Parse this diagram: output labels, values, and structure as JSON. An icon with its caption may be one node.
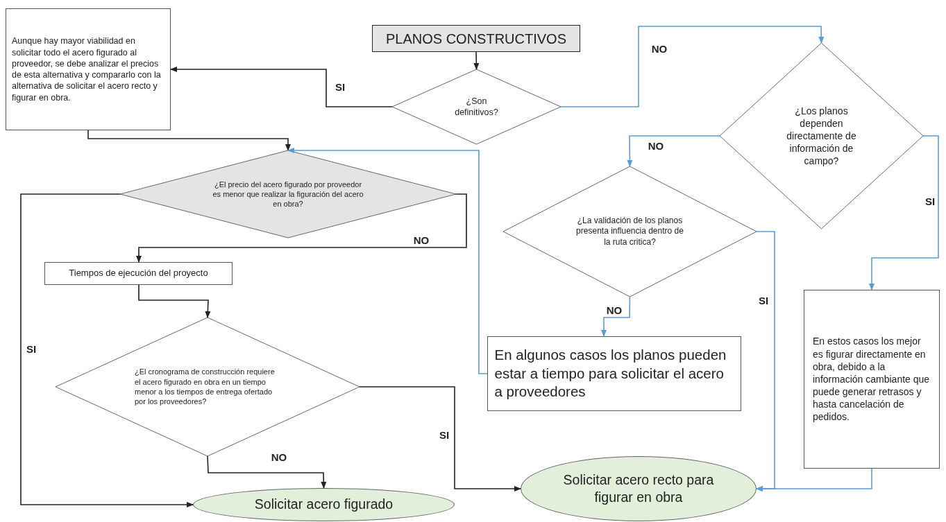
{
  "diagram": {
    "nodes": [
      {
        "text": [
          "PLANOS CONSTRUCTIVOS"
        ]
      },
      {
        "text": [
          "¿Son definitivos?"
        ]
      },
      {
        "text": [
          "Aunque hay mayor viabilidad en solicitar todo el acero figurado al proveedor, se debe analizar el precios de esta alternativa y compararlo con la alternativa de solicitar el acero recto y figurar en obra."
        ]
      },
      {
        "text": [
          "¿Los planos dependen directamente de información de campo?"
        ]
      },
      {
        "text": [
          "¿El precio del acero figurado por proveedor es menor que realizar la figuración del acero en obra?"
        ]
      },
      {
        "text": [
          "¿La validación de los planos presenta influencia dentro de la ruta critica?"
        ]
      },
      {
        "text": [
          "Tiempos de ejecución del proyecto"
        ]
      },
      {
        "text": [
          "En estos casos los mejor es figurar directamente en obra, debido a la información cambiante que puede generar retrasos y hasta cancelación de pedidos."
        ]
      },
      {
        "text": [
          "¿El cronograma de construcción requiere el acero figurado en obra en un tiempo menor a los tiempos de entrega ofertado por los proveedores?"
        ]
      },
      {
        "text": [
          "En algunos casos los planos pueden estar a tiempo para solicitar el acero a proveedores"
        ]
      },
      {
        "text": [
          "Solicitar acero recto para figurar en obra"
        ]
      },
      {
        "text": [
          "Solicitar acero figurado"
        ]
      }
    ],
    "edges": [
      {
        "from": 0,
        "to": 1,
        "arrow": "to"
      },
      {
        "from": 1,
        "to": 2,
        "arrow": "to",
        "label": "SI"
      },
      {
        "from": 1,
        "to": 3,
        "arrow": "to",
        "label": "NO",
        "color": "#5b9bd5"
      },
      {
        "from": 2,
        "to": 4,
        "arrow": "to"
      },
      {
        "from": 3,
        "to": 5,
        "arrow": "to",
        "label": "NO",
        "color": "#5b9bd5"
      },
      {
        "from": 3,
        "to": 7,
        "arrow": "to",
        "label": "SI",
        "color": "#5b9bd5"
      },
      {
        "from": 5,
        "to": 9,
        "arrow": "to",
        "label": "NO",
        "color": "#5b9bd5"
      },
      {
        "from": 5,
        "to": 10,
        "arrow": "to",
        "label": "SI",
        "color": "#5b9bd5"
      },
      {
        "from": 9,
        "to": 4,
        "arrow": "to",
        "color": "#5b9bd5"
      },
      {
        "from": 7,
        "to": 10,
        "arrow": "to",
        "color": "#5b9bd5"
      },
      {
        "from": 4,
        "to": 6,
        "arrow": "to",
        "label": "NO"
      },
      {
        "from": 4,
        "to": 11,
        "arrow": "to",
        "label": "SI"
      },
      {
        "from": 6,
        "to": 8,
        "arrow": "to"
      },
      {
        "from": 8,
        "to": 11,
        "arrow": "to",
        "label": "NO"
      },
      {
        "from": 8,
        "to": 10,
        "arrow": "to",
        "label": "SI"
      }
    ]
  }
}
